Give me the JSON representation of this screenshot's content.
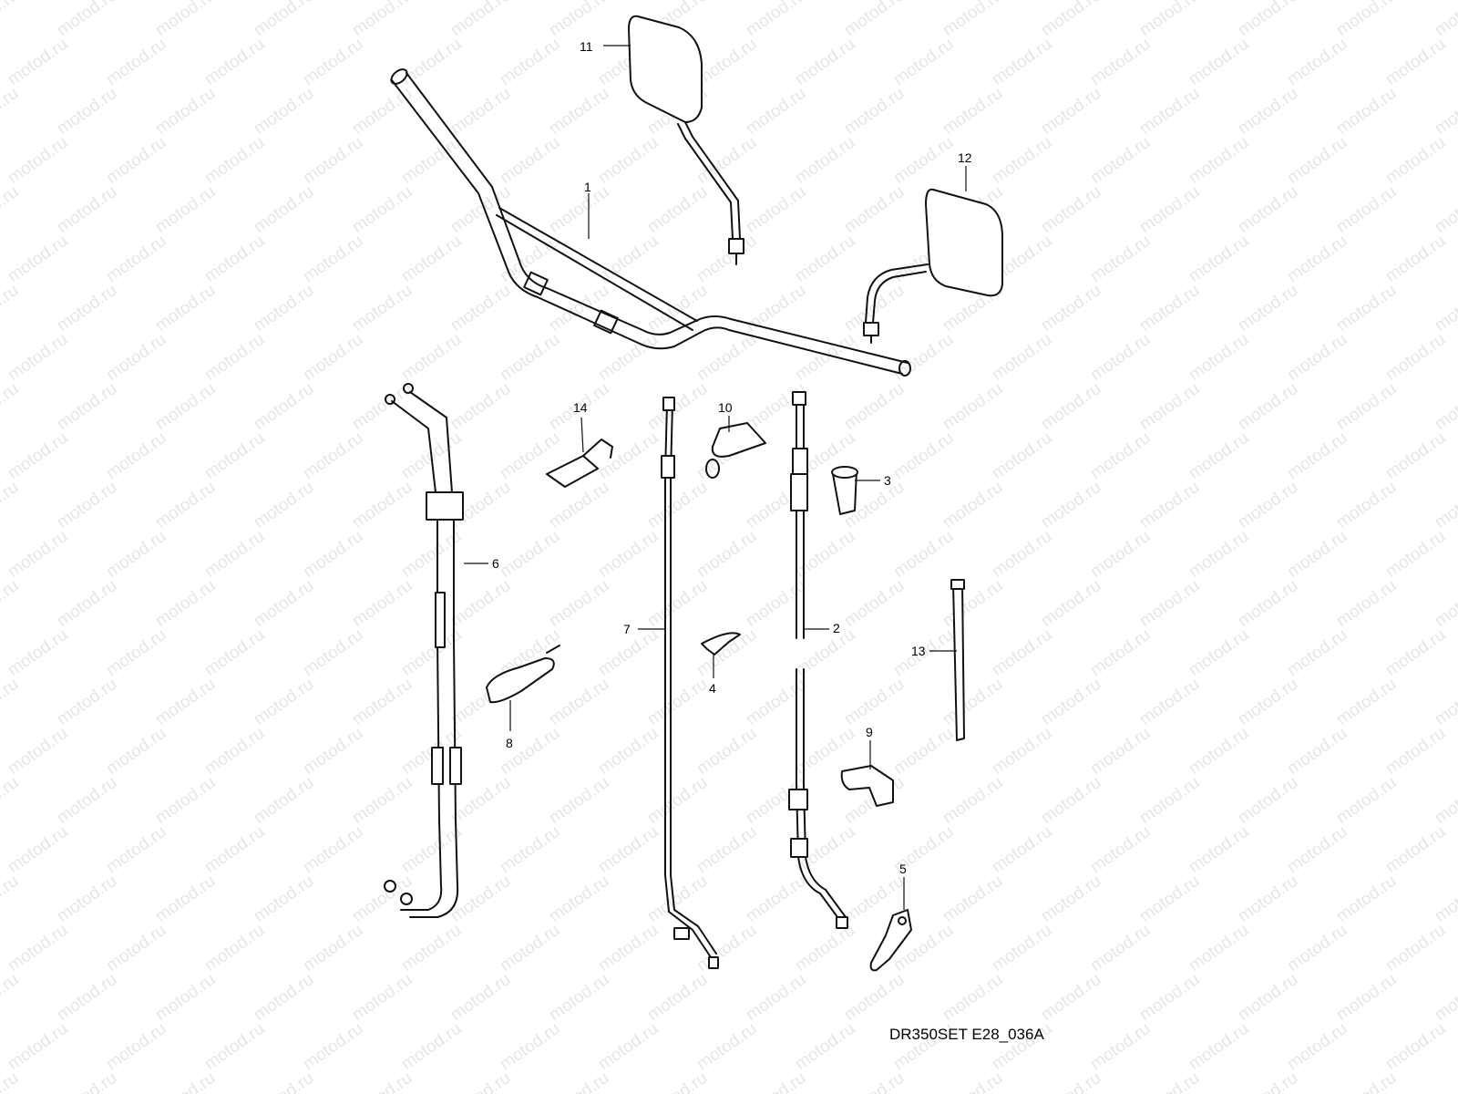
{
  "watermark": {
    "text": "motod.ru"
  },
  "drawing_code": "DR350SET E28_036A",
  "callouts": [
    {
      "id": "1",
      "label": "1"
    },
    {
      "id": "2",
      "label": "2"
    },
    {
      "id": "3",
      "label": "3"
    },
    {
      "id": "4",
      "label": "4"
    },
    {
      "id": "5",
      "label": "5"
    },
    {
      "id": "6",
      "label": "6"
    },
    {
      "id": "7",
      "label": "7"
    },
    {
      "id": "8",
      "label": "8"
    },
    {
      "id": "9",
      "label": "9"
    },
    {
      "id": "10",
      "label": "10"
    },
    {
      "id": "11",
      "label": "11"
    },
    {
      "id": "12",
      "label": "12"
    },
    {
      "id": "13",
      "label": "13"
    },
    {
      "id": "14",
      "label": "14"
    }
  ]
}
